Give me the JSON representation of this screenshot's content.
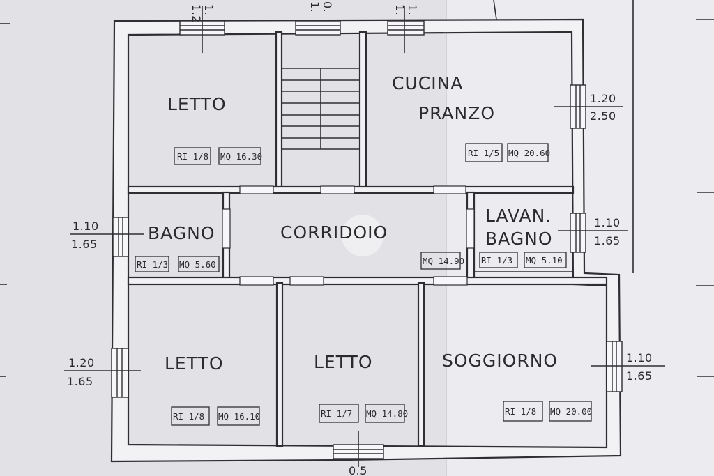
{
  "rooms": {
    "letto_nw": {
      "name": "LETTO",
      "ri": "RI 1/8",
      "mq": "MQ 16.30"
    },
    "cucina": {
      "name_1": "CUCINA",
      "name_2": "PRANZO",
      "ri": "RI 1/5",
      "mq": "MQ 20.60"
    },
    "bagno": {
      "name": "BAGNO",
      "ri": "RI 1/3",
      "mq": "MQ 5.60"
    },
    "corridoio": {
      "name": "CORRIDOIO",
      "mq": "MQ 14.90"
    },
    "lavan_bagno": {
      "name_1": "LAVAN.",
      "name_2": "BAGNO",
      "ri": "RI 1/3",
      "mq": "MQ 5.10"
    },
    "letto_sw": {
      "name": "LETTO",
      "ri": "RI 1/8",
      "mq": "MQ 16.10"
    },
    "letto_s": {
      "name": "LETTO",
      "ri": "RI 1/7",
      "mq": "MQ 14.80"
    },
    "soggiorno": {
      "name": "SOGGIORNO",
      "ri": "RI 1/8",
      "mq": "MQ 20.00"
    }
  },
  "windows": {
    "east_cucina": {
      "w": "1.20",
      "h": "2.50"
    },
    "east_lavan": {
      "w": "1.10",
      "h": "1.65"
    },
    "east_soggiorno": {
      "w": "1.10",
      "h": "1.65"
    },
    "west_bagno": {
      "w": "1.10",
      "h": "1.65"
    },
    "west_letto": {
      "w": "1.20",
      "h": "1.65"
    },
    "top_letto": {
      "w": "1.2",
      "h": "1."
    },
    "top_stair": {
      "w": "1.",
      "h": "0."
    },
    "top_cucina": {
      "w": "1.",
      "h": "1."
    },
    "bottom": {
      "w": "0.5"
    }
  }
}
